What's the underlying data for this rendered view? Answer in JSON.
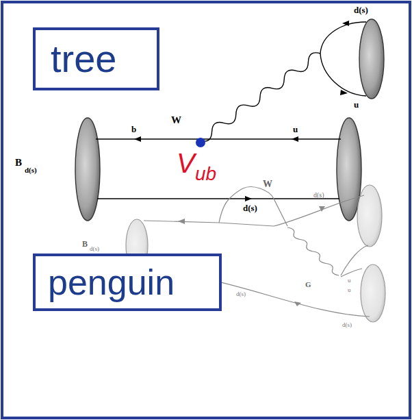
{
  "diagram": {
    "nodes": [
      {
        "text": [
          "tree"
        ]
      },
      {
        "text": [
          "penguin"
        ]
      }
    ],
    "labels": [
      "d(s)",
      "u",
      "W",
      "b",
      "u",
      "V",
      "ub",
      "B",
      "d(s)",
      "d(s)",
      "W",
      "d(s)",
      "B",
      "d(s)",
      "G",
      "u",
      "u",
      "d(s)",
      "d(s)"
    ]
  }
}
